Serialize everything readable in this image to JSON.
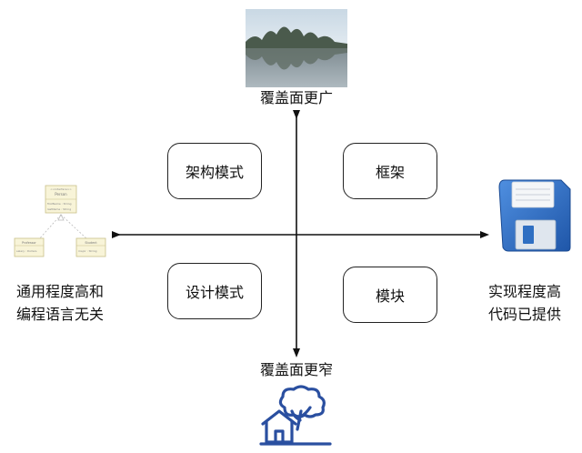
{
  "quadrants": {
    "top_left": "架构模式",
    "top_right": "框架",
    "bottom_left": "设计模式",
    "bottom_right": "模块"
  },
  "axis_labels": {
    "top": "覆盖面更广",
    "bottom": "覆盖面更窄",
    "left_line1": "通用程度高和",
    "left_line2": "编程语言无关",
    "right_line1": "实现程度高",
    "right_line2": "代码已提供"
  },
  "uml_icon": {
    "top_class_stereotype": "<<interface>>",
    "top_class_name": "Person",
    "top_class_attr1": "firstName : String",
    "top_class_attr2": "lastName : String",
    "left_class_name": "Professor",
    "left_class_attr": "salary : Dollars",
    "right_class_name": "Student",
    "right_class_attr": "major : String"
  },
  "colors": {
    "line": "#111111",
    "disk_blue": "#2f6fc2",
    "house_blue": "#2a4fa0"
  }
}
